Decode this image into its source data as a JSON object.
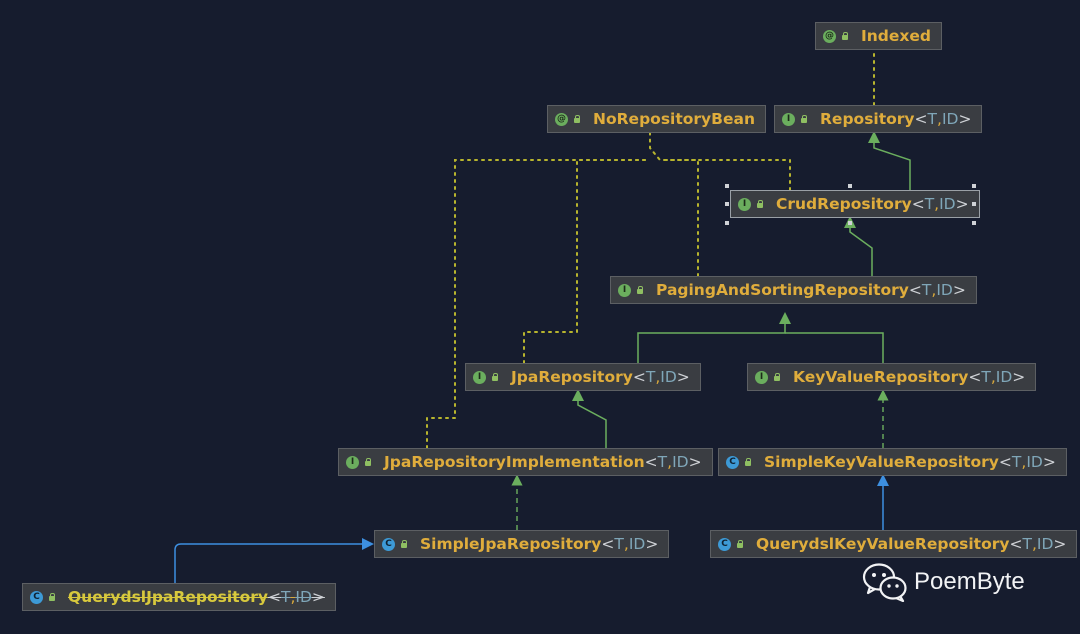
{
  "nodes": [
    {
      "id": "indexed",
      "kind": "annotation",
      "badge": "@",
      "name": "Indexed",
      "params": []
    },
    {
      "id": "noRepositoryBean",
      "kind": "annotation",
      "badge": "@",
      "name": "NoRepositoryBean",
      "params": []
    },
    {
      "id": "repository",
      "kind": "interface",
      "badge": "I",
      "name": "Repository",
      "params": [
        "T",
        "ID"
      ]
    },
    {
      "id": "crudRepository",
      "kind": "interface",
      "badge": "I",
      "name": "CrudRepository",
      "params": [
        "T",
        "ID"
      ],
      "selected": true
    },
    {
      "id": "pagingAndSortingRepository",
      "kind": "interface",
      "badge": "I",
      "name": "PagingAndSortingRepository",
      "params": [
        "T",
        "ID"
      ]
    },
    {
      "id": "jpaRepository",
      "kind": "interface",
      "badge": "I",
      "name": "JpaRepository",
      "params": [
        "T",
        "ID"
      ]
    },
    {
      "id": "keyValueRepository",
      "kind": "interface",
      "badge": "I",
      "name": "KeyValueRepository",
      "params": [
        "T",
        "ID"
      ]
    },
    {
      "id": "jpaRepositoryImplementation",
      "kind": "interface",
      "badge": "I",
      "name": "JpaRepositoryImplementation",
      "params": [
        "T",
        "ID"
      ]
    },
    {
      "id": "simpleKeyValueRepository",
      "kind": "class",
      "badge": "C",
      "name": "SimpleKeyValueRepository",
      "params": [
        "T",
        "ID"
      ]
    },
    {
      "id": "simpleJpaRepository",
      "kind": "class",
      "badge": "C",
      "name": "SimpleJpaRepository",
      "params": [
        "T",
        "ID"
      ]
    },
    {
      "id": "querydslKeyValueRepository",
      "kind": "class",
      "badge": "C",
      "name": "QuerydslKeyValueRepository",
      "params": [
        "T",
        "ID"
      ]
    },
    {
      "id": "querydslJpaRepository",
      "kind": "class",
      "badge": "C",
      "name": "QuerydslJpaRepository",
      "params": [
        "T",
        "ID"
      ],
      "deprecated": true
    }
  ],
  "edges": [
    {
      "from": "repository",
      "to": "indexed",
      "type": "annotated"
    },
    {
      "from": "crudRepository",
      "to": "repository",
      "type": "extends"
    },
    {
      "from": "pagingAndSortingRepository",
      "to": "crudRepository",
      "type": "extends"
    },
    {
      "from": "jpaRepository",
      "to": "pagingAndSortingRepository",
      "type": "extends"
    },
    {
      "from": "keyValueRepository",
      "to": "pagingAndSortingRepository",
      "type": "extends"
    },
    {
      "from": "jpaRepositoryImplementation",
      "to": "jpaRepository",
      "type": "extends"
    },
    {
      "from": "simpleKeyValueRepository",
      "to": "keyValueRepository",
      "type": "implements"
    },
    {
      "from": "simpleJpaRepository",
      "to": "jpaRepositoryImplementation",
      "type": "implements"
    },
    {
      "from": "querydslKeyValueRepository",
      "to": "simpleKeyValueRepository",
      "type": "extends-class"
    },
    {
      "from": "querydslJpaRepository",
      "to": "simpleJpaRepository",
      "type": "extends-class"
    },
    {
      "from": "crudRepository",
      "to": "noRepositoryBean",
      "type": "annotated"
    },
    {
      "from": "pagingAndSortingRepository",
      "to": "noRepositoryBean",
      "type": "annotated"
    },
    {
      "from": "jpaRepository",
      "to": "noRepositoryBean",
      "type": "annotated"
    },
    {
      "from": "jpaRepositoryImplementation",
      "to": "noRepositoryBean",
      "type": "annotated"
    }
  ],
  "colors": {
    "extends": "#6bae5e",
    "annotated": "#b8b52e",
    "extends-class": "#3d8fe0",
    "background": "#161c2e"
  },
  "watermark": {
    "text": "PoemByte",
    "icon": "wechat-icon"
  }
}
